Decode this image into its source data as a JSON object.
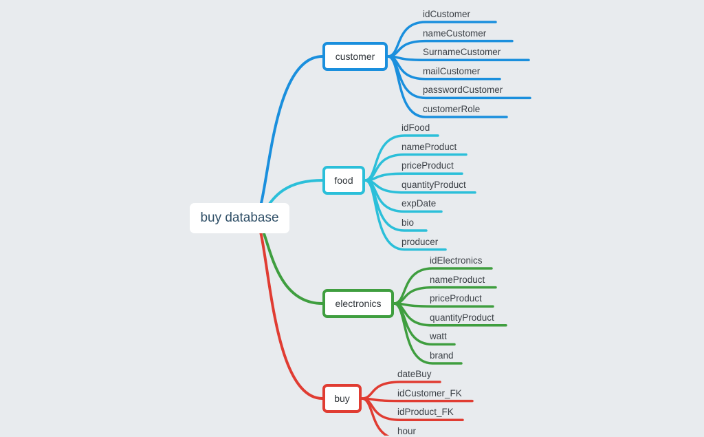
{
  "root": {
    "label": "buy database"
  },
  "colors": {
    "customer": "#1a8fdd",
    "food": "#2bbfd9",
    "electronics": "#3f9e3f",
    "buy": "#e03c32"
  },
  "branches": [
    {
      "key": "customer",
      "label": "customer",
      "children": [
        "idCustomer",
        "nameCustomer",
        "SurnameCustomer",
        "mailCustomer",
        "passwordCustomer",
        "customerRole"
      ]
    },
    {
      "key": "food",
      "label": "food",
      "children": [
        "idFood",
        "nameProduct",
        "priceProduct",
        "quantityProduct",
        "expDate",
        "bio",
        "producer"
      ]
    },
    {
      "key": "electronics",
      "label": "electronics",
      "children": [
        "idElectronics",
        "nameProduct",
        "priceProduct",
        "quantityProduct",
        "watt",
        "brand"
      ]
    },
    {
      "key": "buy",
      "label": "buy",
      "children": [
        "dateBuy",
        "idCustomer_FK",
        "idProduct_FK",
        "hour"
      ]
    }
  ]
}
